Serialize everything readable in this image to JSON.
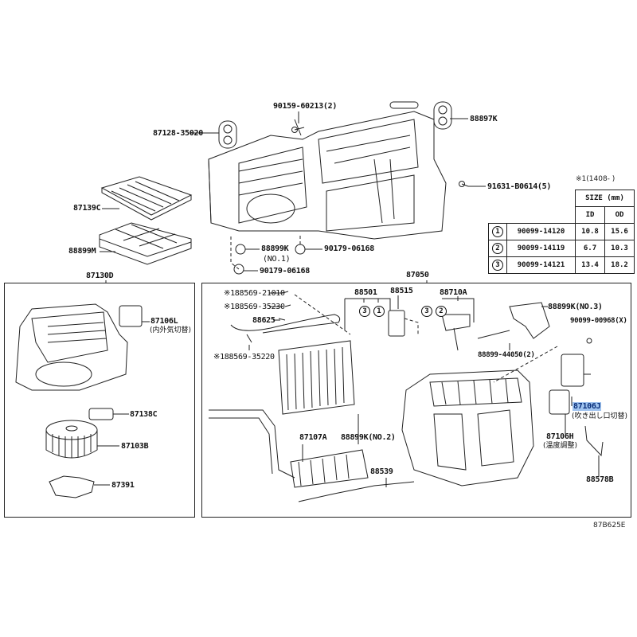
{
  "diagram_code": "87B625E",
  "top": {
    "labels": {
      "bolt": "90159-60213(2)",
      "seal_left": "87128-35020",
      "seal_right": "88897K",
      "screw": "91631-B0614(5)",
      "filter": "87139C",
      "filter_cover": "88899M",
      "clip": "88899K",
      "clip_note": "(NO.1)",
      "nut_right": "90179-06168",
      "nut_bottom": "90179-06168",
      "blower_assy": "87130D",
      "unit_assy": "87050"
    },
    "size_table": {
      "note": "※1(1408-    )",
      "header": "SIZE (mm)",
      "col_id": "ID",
      "col_od": "OD",
      "rows": [
        {
          "num": "1",
          "part": "90099-14120",
          "id": "10.8",
          "od": "15.6"
        },
        {
          "num": "2",
          "part": "90099-14119",
          "id": "6.7",
          "od": "10.3"
        },
        {
          "num": "3",
          "part": "90099-14121",
          "id": "13.4",
          "od": "18.2"
        }
      ]
    }
  },
  "left_panel": {
    "labels": {
      "servo": "87106L",
      "servo_note": "(内外気切替)",
      "resistor": "87138C",
      "motor": "87103B",
      "duct": "87391"
    }
  },
  "right_panel": {
    "labels": {
      "sensor1": "※188569-21010",
      "sensor2": "※188569-35230",
      "harness": "88625",
      "sensor3": "※188569-35220",
      "evaporator_orings": "88501",
      "valve": "88515",
      "tube": "88710A",
      "cover3": "88899K(NO.3)",
      "screw": "90099-00968(X)",
      "bolt": "88899-44050(2)",
      "servo_j": "87106J",
      "servo_j_note": "(吹き出し口切替)",
      "servo_h": "87106H",
      "servo_h_note": "(温度調整)",
      "rod": "88578B",
      "heater_core": "87107A",
      "clip2": "88899K(NO.2)",
      "pipe": "88539"
    },
    "oring_circles_88501": [
      "3",
      "1"
    ],
    "oring_circles_88710A": [
      "3",
      "2"
    ]
  },
  "colors": {
    "highlight": "#9fc3ef",
    "line": "#222222"
  }
}
